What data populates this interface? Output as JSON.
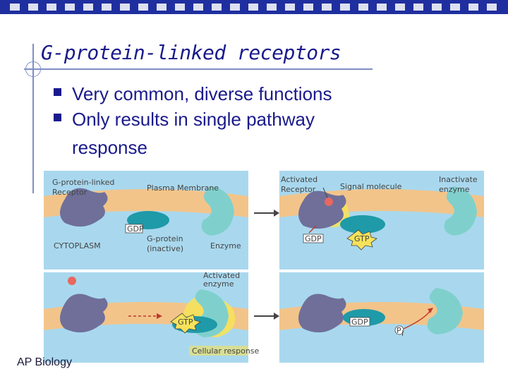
{
  "slide": {
    "title": "G-protein-linked receptors",
    "bullets": [
      "Very common, diverse functions",
      "Only results in single pathway"
    ],
    "bullet2_continuation": "response",
    "footer": "AP Biology"
  },
  "figure": {
    "panel1": {
      "receptor_label_line1": "G-protein-linked",
      "receptor_label_line2": "Receptor",
      "membrane_label": "Plasma Membrane",
      "gdp_label": "GDP",
      "cytoplasm_label": "CYTOPLASM",
      "gprotein_line1": "G-protein",
      "gprotein_line2": "(inactive)",
      "enzyme_label": "Enzyme"
    },
    "panel2": {
      "activated_receptor_line1": "Activated",
      "activated_receptor_line2": "Receptor",
      "signal_label": "Signal molecule",
      "inactivate_line1": "Inactivate",
      "inactivate_line2": "enzyme",
      "gdp_label": "GDP",
      "gtp_label": "GTP"
    },
    "panel3": {
      "activated_enzyme_line1": "Activated",
      "activated_enzyme_line2": "enzyme",
      "gtp_label": "GTP",
      "cellular_response": "Cellular response"
    },
    "panel4": {
      "gdp_label": "GDP",
      "pi_label": "P",
      "pi_sub": "i"
    }
  },
  "colors": {
    "title": "#1a1a8c",
    "top_bar": "#1f2f9f",
    "extracellular": "#a9d8ee",
    "membrane": "#f2c48a",
    "cytoplasm": "#a9d8ee",
    "receptor": "#6f6f9a",
    "gprotein": "#1f9aa8",
    "enzyme": "#7fd0cc",
    "activation_glow": "#f6e25a",
    "signal": "#e8675f"
  }
}
